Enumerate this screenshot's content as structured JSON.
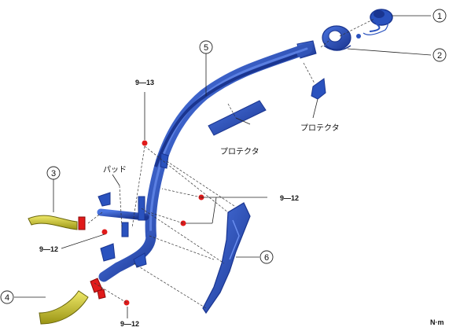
{
  "callouts": {
    "c1": "1",
    "c2": "2",
    "c3": "3",
    "c4": "4",
    "c5": "5",
    "c6": "6"
  },
  "torque_labels": {
    "t1": "9—13",
    "t2": "9—12",
    "t3": "9—12",
    "t4": "9—12"
  },
  "part_labels": {
    "protector_1": "プロテクタ",
    "protector_2": "プロテクタ",
    "pad": "パッド"
  },
  "unit": "N·m",
  "colors": {
    "pipe": "#2a52be",
    "pipe_dark": "#1a3590",
    "hose": "#c9c22a",
    "bolt": "#e01a1a",
    "leader": "#222222"
  }
}
